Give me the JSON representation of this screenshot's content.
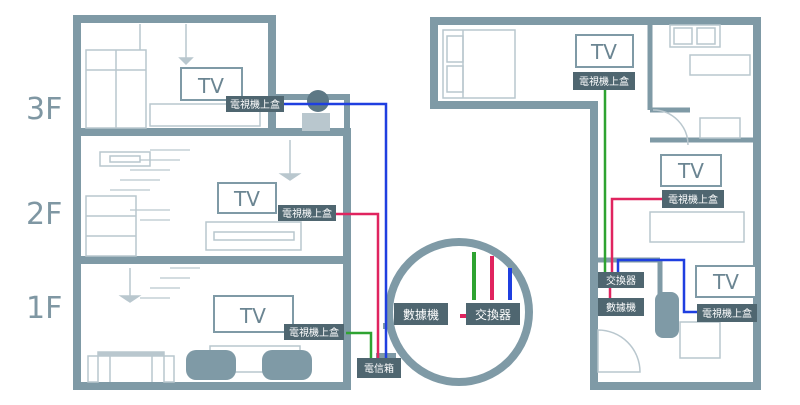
{
  "floors": {
    "f3": "3F",
    "f2": "2F",
    "f1": "1F"
  },
  "labels": {
    "tv": "TV",
    "stb": "電視機上盒",
    "modem": "數據機",
    "switch": "交換器",
    "telecom_box": "電信箱"
  },
  "colors": {
    "wall": "#7f9aa6",
    "furniture": "#b9c7ce",
    "label_bg": "#4f6670",
    "label_text": "#ffffff",
    "blue_line": "#1f3fe0",
    "red_line": "#e0245f",
    "green_line": "#2ea331"
  }
}
